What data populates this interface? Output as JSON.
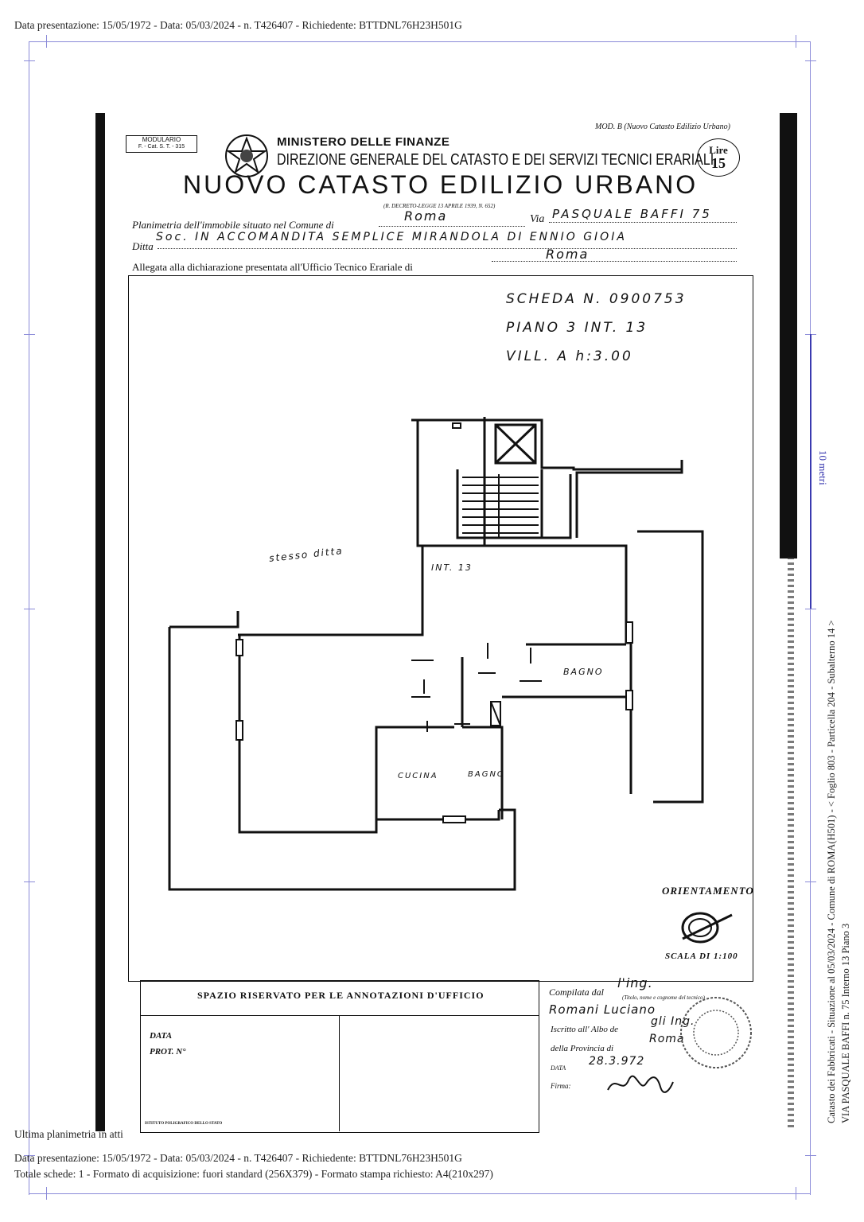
{
  "header": {
    "top_line": "Data presentazione: 15/05/1972 - Data: 05/03/2024 - n. T426407 - Richiedente: BTTDNL76H23H501G"
  },
  "form": {
    "modulario": "MODULARIO",
    "modulario_code": "F. - Cat. S. T. - 315",
    "mod_b": "MOD. B (Nuovo Catasto Edilizio Urbano)",
    "ministry": "MINISTERO DELLE FINANZE",
    "direzione": "DIREZIONE GENERALE DEL CATASTO E DEI SERVIZI TECNICI ERARIALI",
    "lire_label": "Lire",
    "lire_value": "15",
    "main_title": "NUOVO CATASTO EDILIZIO URBANO",
    "decreto": "(R. DECRETO-LEGGE 13 APRILE 1939, N. 652)",
    "planimetria_label": "Planimetria dell'immobile situato nel Comune di",
    "comune_value": "Roma",
    "via_label": "Via",
    "via_value": "PASQUALE BAFFI 75",
    "ditta_label": "Ditta",
    "ditta_value": "Soc. IN ACCOMANDITA SEMPLICE MIRANDOLA DI ENNIO GIOIA",
    "allegata_label": "Allegata alla dichiarazione presentata all'Ufficio Tecnico Erariale di",
    "ufficio_value": "Roma"
  },
  "plan": {
    "scheda": "SCHEDA N. 0900753",
    "piano": "PIANO 3 INT. 13",
    "vill": "VILL. A h:3.00",
    "stesso_ditta": "stesso ditta",
    "int_label": "INT. 13",
    "bagno1": "BAGNO",
    "cucina": "CUCINA",
    "bagno2": "BAGNO",
    "orientamento": "ORIENTAMENTO",
    "scala": "SCALA DI 1:100"
  },
  "office": {
    "riservato": "SPAZIO RISERVATO PER LE ANNOTAZIONI D'UFFICIO",
    "data_label": "DATA",
    "prot_label": "PROT. N°",
    "compilata_label": "Compilata dal",
    "compilata_value": "l'ing.",
    "titolo_hint": "(Titolo, nome e cognome del tecnico)",
    "tecnico_name": "Romani Luciano",
    "iscritto_label": "Iscritto all' Albo de",
    "iscritto_value": "gli Ing.",
    "provincia_label": "della Provincia di",
    "provincia_value": "Roma",
    "data2_label": "DATA",
    "data2_value": "28.3.972",
    "firma_label": "Firma:",
    "istituto": "ISTITUTO POLIGRAFICO DELLO STATO"
  },
  "side": {
    "scale_label": "10 metri",
    "line1": "Catasto dei Fabbricati - Situazione al 05/03/2024 - Comune di ROMA(H501) - < Foglio 803 - Particella 204 - Subalterno 14 >",
    "line2": "VIA PASQUALE BAFFI n. 75 Interno 13 Piano 3"
  },
  "footer": {
    "ultima": "Ultima planimetria in atti",
    "line1": "Data presentazione: 15/05/1972 - Data: 05/03/2024 - n. T426407 - Richiedente: BTTDNL76H23H501G",
    "line2": "Totale schede: 1 - Formato di acquisizione: fuori standard (256X379) - Formato stampa richiesto: A4(210x297)"
  }
}
